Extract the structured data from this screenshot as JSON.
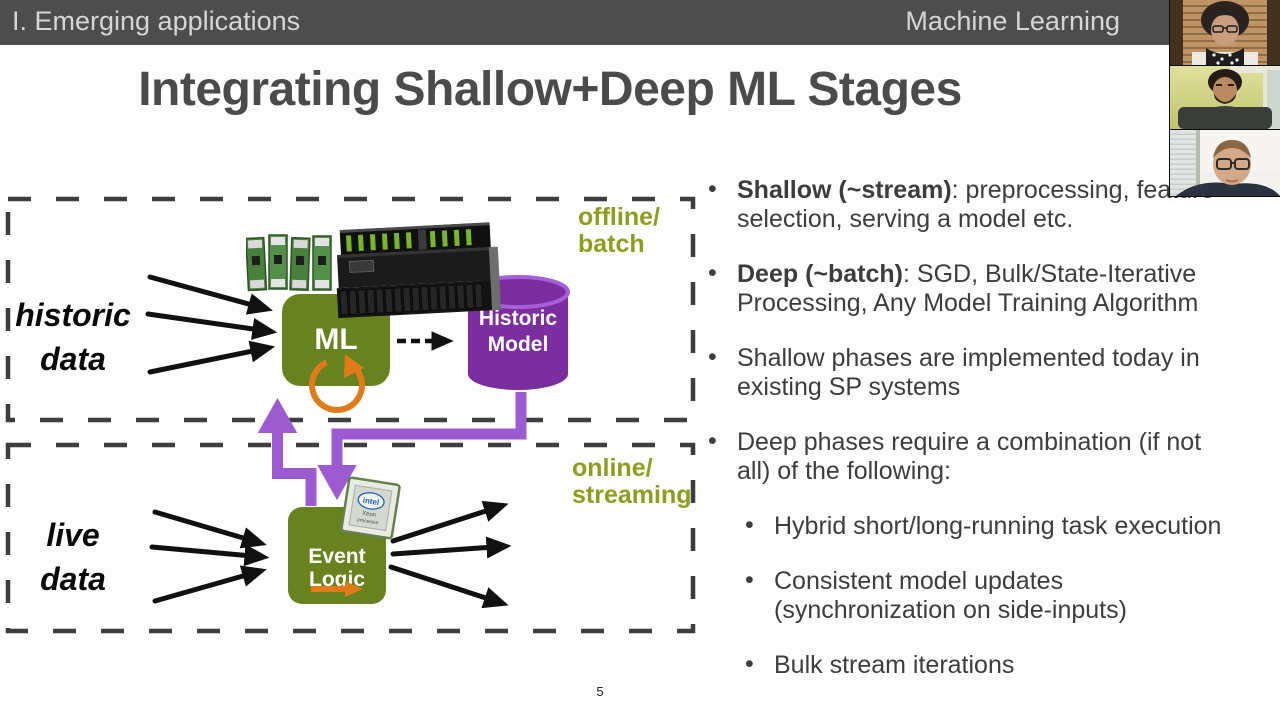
{
  "header": {
    "left_title": "I. Emerging applications",
    "right_title": "Machine Learning"
  },
  "slide": {
    "title": "Integrating Shallow+Deep ML Stages",
    "page_number": "5"
  },
  "diagram": {
    "offline_label": "offline/\nbatch",
    "online_label": "online/\nstreaming",
    "historic_input_label": "historic\ndata",
    "live_input_label": "live\ndata",
    "ml_box_label": "ML",
    "event_box_label": "Event\nLogic",
    "model_store_label": "Historic\nModel",
    "chip_brand": "intel",
    "chip_model_line1": "Xeon",
    "chip_model_line2": "processor"
  },
  "bullets": {
    "items": [
      {
        "bold": "Shallow (~stream)",
        "rest": ": preprocessing, feature\nselection, serving a model etc."
      },
      {
        "bold": "Deep (~batch)",
        "rest": ": SGD, Bulk/State-Iterative\nProcessing, Any Model Training Algorithm"
      },
      {
        "bold": "",
        "rest": "Shallow phases are implemented today in\nexisting SP systems"
      },
      {
        "bold": "",
        "rest": "Deep phases require a combination (if not\nall) of the following:"
      },
      {
        "bold": "",
        "rest": "Hybrid short/long-running task execution"
      },
      {
        "bold": "",
        "rest": "Consistent model updates\n(synchronization on side-inputs)"
      },
      {
        "bold": "",
        "rest": "Bulk stream iterations"
      }
    ]
  },
  "webcams": {
    "tiles": [
      "participant-camera-1",
      "participant-camera-2",
      "participant-camera-3"
    ]
  },
  "colors": {
    "header_bg": "#4d4d4d",
    "olive_node": "#68821f",
    "olive_label": "#8d9e1e",
    "purple_flow": "#9d5bd2",
    "purple_store": "#7b2f9e",
    "purple_store_rim": "#a55fd8",
    "orange_accent": "#e07b1a",
    "arrow_black": "#111111",
    "dash_border": "#3d3d3d"
  }
}
